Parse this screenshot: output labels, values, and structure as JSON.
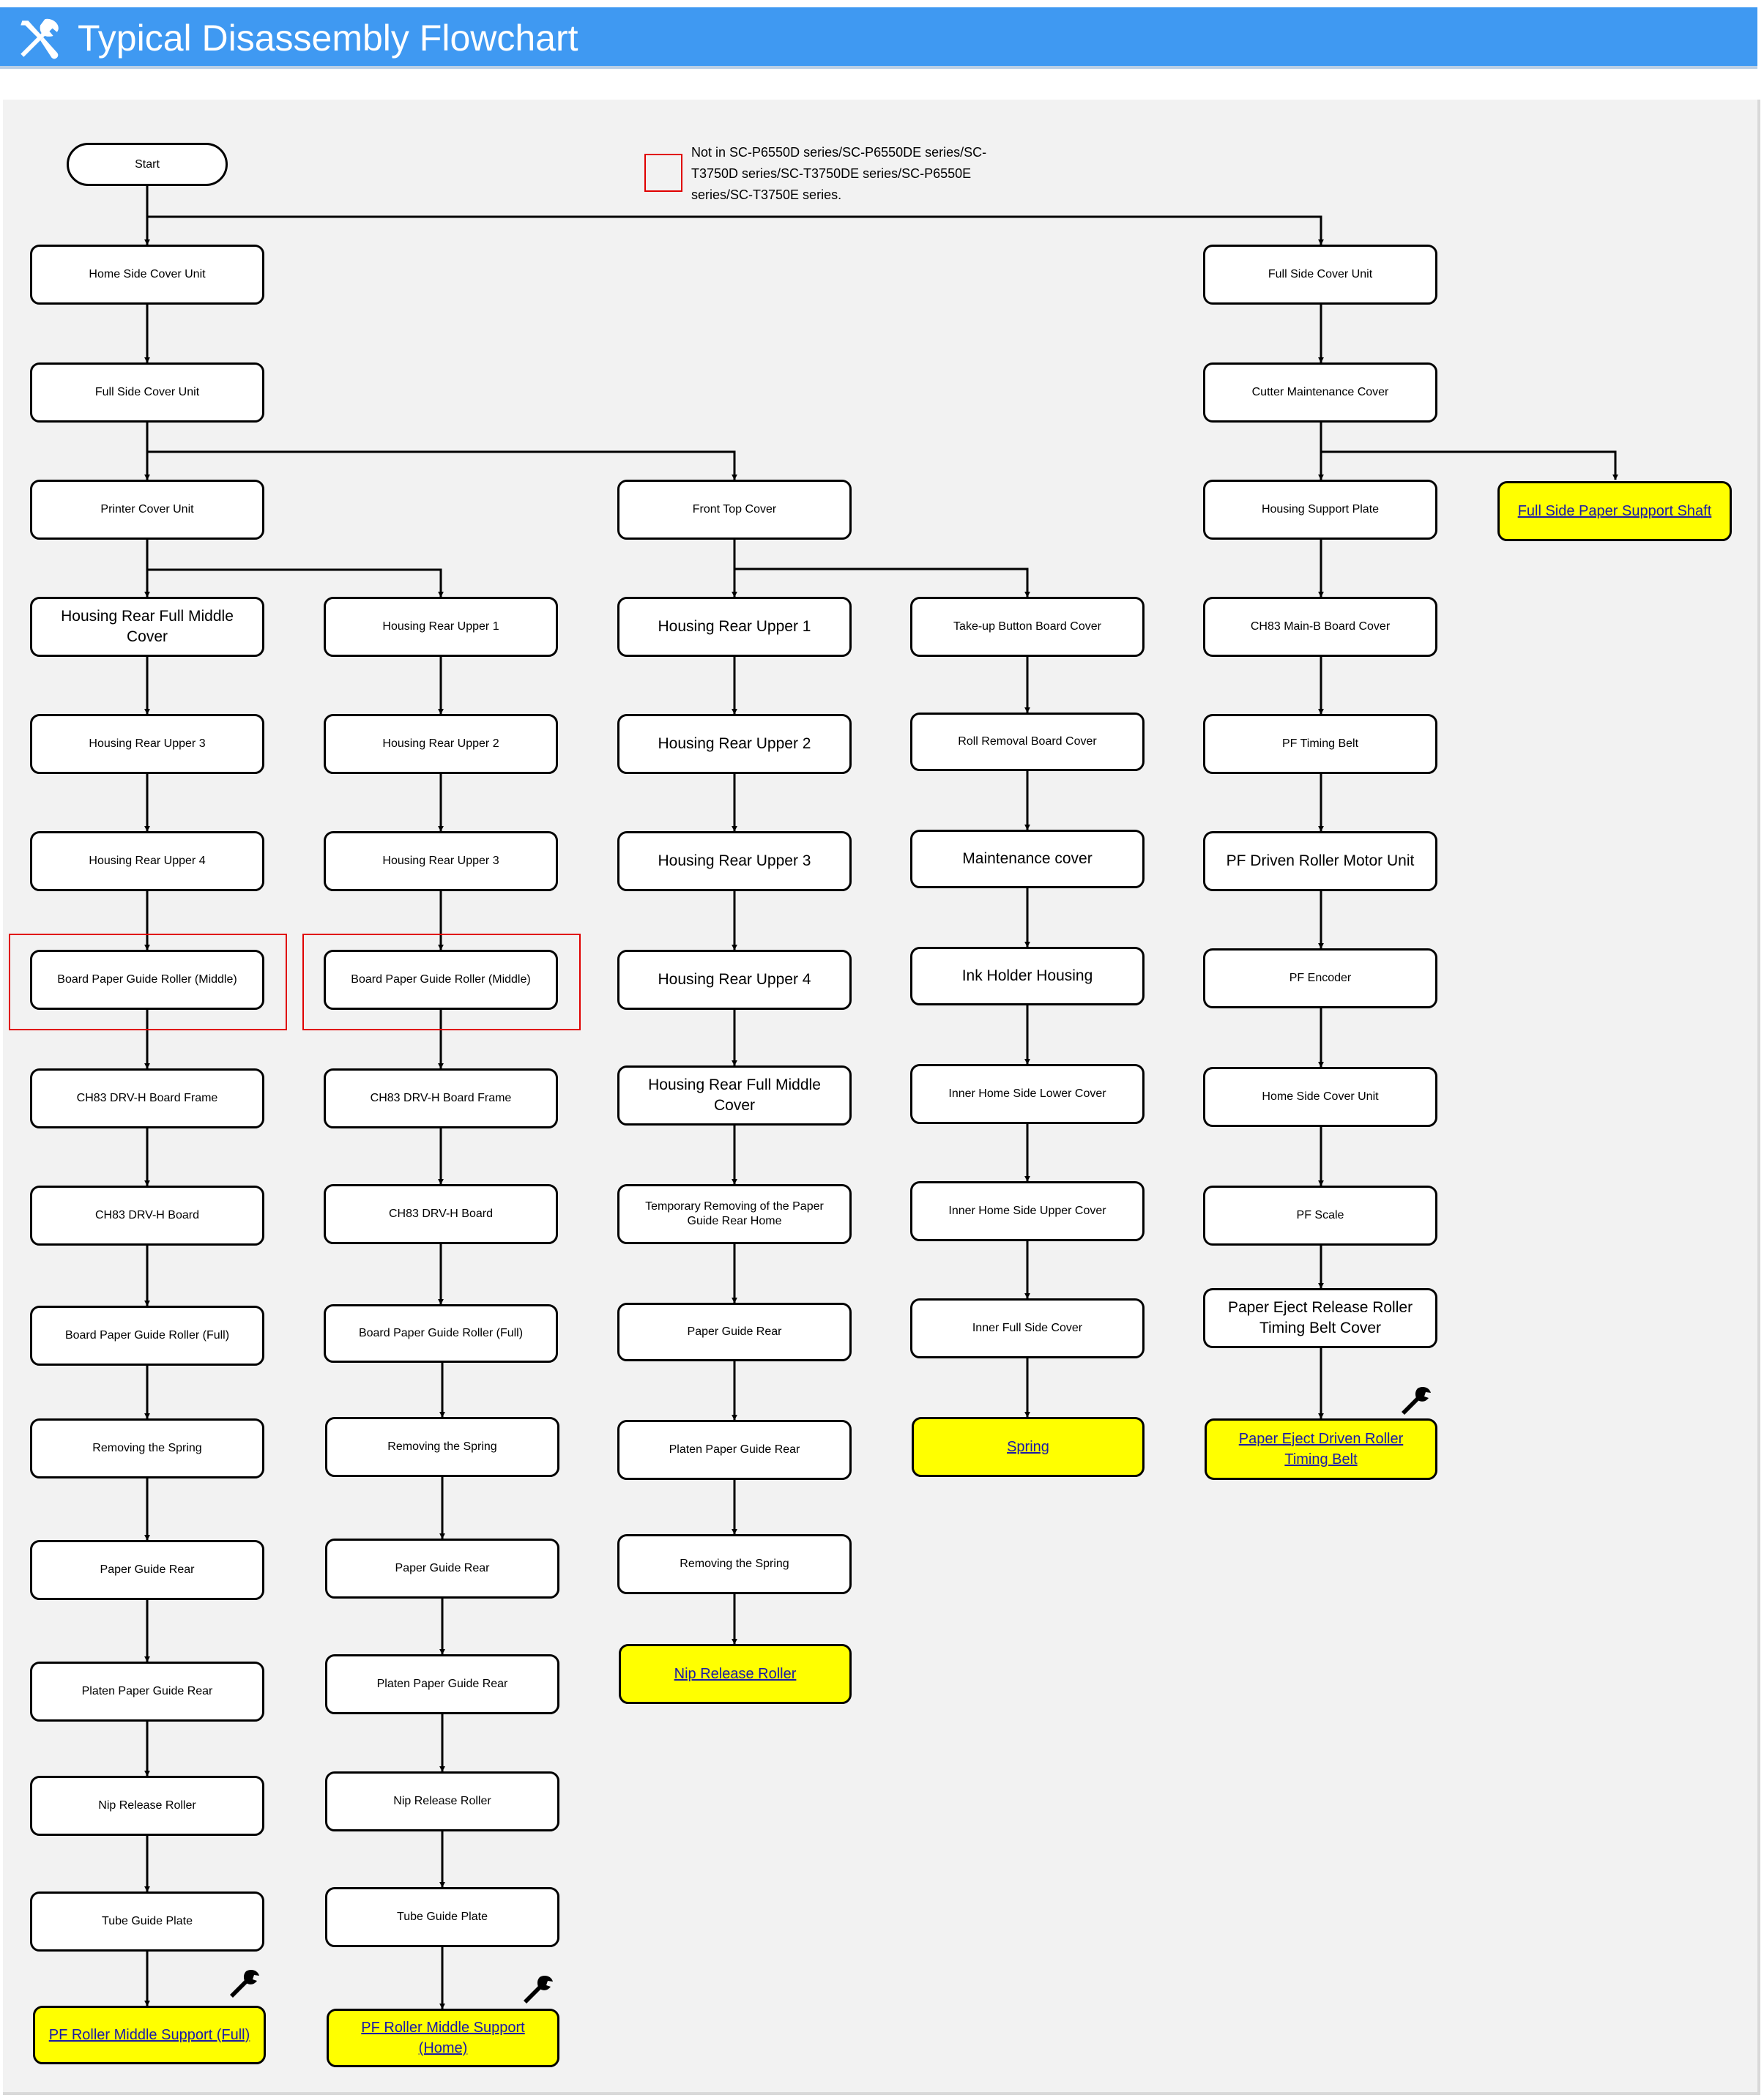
{
  "header": {
    "title": "Typical Disassembly Flowchart",
    "icon": "tools-icon"
  },
  "legend": {
    "line1": "Not in SC-P6550D series/SC-P6550DE series/SC-",
    "line2": "T3750D series/SC-T3750DE series/SC-P6550E",
    "line3": "series/SC-T3750E series."
  },
  "nodes": {
    "start": "Start",
    "c1_home_side_cover_unit": "Home Side Cover Unit",
    "c1_full_side_cover_unit": "Full Side Cover Unit",
    "c1_printer_cover_unit": "Printer Cover Unit",
    "c1_housing_rear_full_middle_cover": "Housing Rear Full Middle Cover",
    "c1_housing_rear_upper_3": "Housing Rear Upper 3",
    "c1_housing_rear_upper_4": "Housing Rear Upper 4",
    "c1_board_paper_guide_roller_middle": "Board Paper Guide Roller (Middle)",
    "c1_ch83_drvh_board_frame": "CH83 DRV-H Board Frame",
    "c1_ch83_drvh_board": "CH83 DRV-H Board",
    "c1_board_paper_guide_roller_full": "Board Paper Guide Roller (Full)",
    "c1_removing_the_spring": "Removing the Spring",
    "c1_paper_guide_rear": "Paper Guide Rear",
    "c1_platen_paper_guide_rear": "Platen Paper Guide Rear",
    "c1_nip_release_roller": "Nip Release Roller",
    "c1_tube_guide_plate": "Tube Guide Plate",
    "c1_end_pf_roller_middle_support_full": "PF Roller Middle Support (Full)",
    "c2_housing_rear_upper_1": "Housing Rear Upper 1",
    "c2_housing_rear_upper_2": "Housing Rear Upper 2",
    "c2_housing_rear_upper_3": "Housing Rear Upper 3",
    "c2_board_paper_guide_roller_middle": "Board Paper Guide Roller (Middle)",
    "c2_ch83_drvh_board_frame": "CH83 DRV-H Board Frame",
    "c2_ch83_drvh_board": "CH83 DRV-H Board",
    "c2_board_paper_guide_roller_full": "Board Paper Guide Roller (Full)",
    "c2_removing_the_spring": "Removing the Spring",
    "c2_paper_guide_rear": "Paper Guide Rear",
    "c2_platen_paper_guide_rear": "Platen Paper Guide Rear",
    "c2_nip_release_roller": "Nip Release Roller",
    "c2_tube_guide_plate": "Tube Guide Plate",
    "c2_end_pf_roller_middle_support_home": "PF Roller Middle Support (Home)",
    "c3_front_top_cover": "Front Top Cover",
    "c3_housing_rear_upper_1": "Housing Rear Upper 1",
    "c3_housing_rear_upper_2": "Housing Rear Upper 2",
    "c3_housing_rear_upper_3": "Housing Rear Upper 3",
    "c3_housing_rear_upper_4": "Housing Rear Upper 4",
    "c3_housing_rear_full_middle_cover": "Housing Rear Full Middle Cover",
    "c3_temporary_removing_paper_guide_rear_home": "Temporary Removing of the Paper Guide Rear Home",
    "c3_paper_guide_rear": "Paper Guide Rear",
    "c3_platen_paper_guide_rear": "Platen Paper Guide Rear",
    "c3_removing_the_spring": "Removing the Spring",
    "c3_end_nip_release_roller": "Nip Release Roller",
    "c4_takeup_button_board_cover": "Take-up Button Board Cover",
    "c4_roll_removal_board_cover": "Roll Removal Board Cover",
    "c4_maintenance_cover": "Maintenance cover",
    "c4_ink_holder_housing": "Ink Holder Housing",
    "c4_inner_home_side_lower_cover": "Inner Home Side Lower Cover",
    "c4_inner_home_side_upper_cover": "Inner Home Side Upper Cover",
    "c4_inner_full_side_cover": "Inner Full Side Cover",
    "c4_end_spring": "Spring",
    "c5_full_side_cover_unit": "Full Side Cover Unit",
    "c5_cutter_maintenance_cover": "Cutter Maintenance Cover",
    "c5_housing_support_plate": "Housing Support Plate",
    "c5_ch83_mainb_board_cover": "CH83 Main-B Board Cover",
    "c5_pf_timing_belt": "PF Timing Belt",
    "c5_pf_driven_roller_motor_unit": "PF Driven Roller Motor Unit",
    "c5_pf_encoder": "PF Encoder",
    "c5_home_side_cover_unit": "Home Side Cover Unit",
    "c5_pf_scale": "PF Scale",
    "c5_paper_eject_release_roller_timing_belt_cover": "Paper Eject Release Roller Timing Belt Cover",
    "c5_end_paper_eject_driven_roller_timing_belt": "Paper Eject Driven Roller Timing Belt",
    "c6_end_full_side_paper_support_shaft": "Full Side Paper Support Shaft"
  },
  "colors": {
    "header": "#3f99f2",
    "end_node": "#ffff00",
    "link": "#1a1aa6",
    "note_box": "#e00000"
  },
  "icons": {
    "tool": "wrench-icon"
  }
}
